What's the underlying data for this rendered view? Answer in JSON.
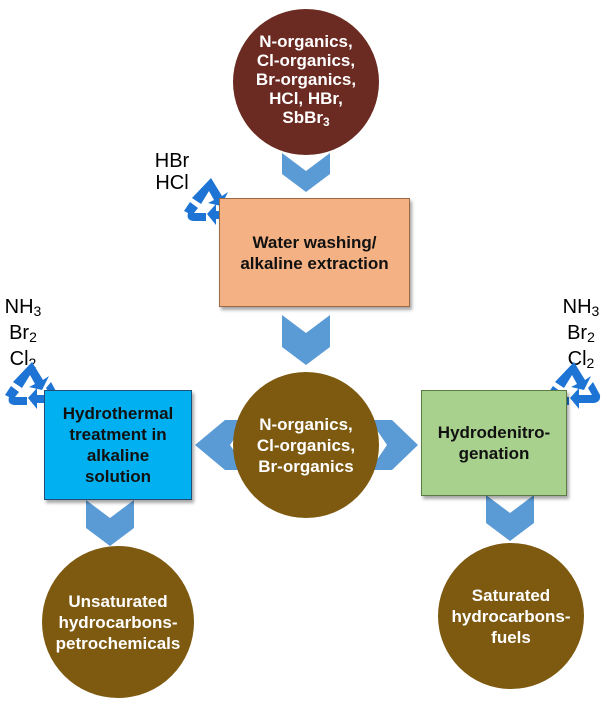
{
  "top_circle": {
    "lines": [
      "N-organics,",
      "Cl-organics,",
      "Br-organics,",
      "HCl, HBr,"
    ],
    "last_base": "SbBr",
    "last_sub": "3"
  },
  "wash_box": {
    "lines": [
      "Water washing/",
      "alkaline extraction"
    ]
  },
  "wash_recovered": [
    "HBr",
    "HCl"
  ],
  "center_circle": {
    "lines": [
      "N-organics,",
      "Cl-organics,",
      "Br-organics"
    ]
  },
  "left_box": {
    "lines": [
      "Hydrothermal",
      "treatment in",
      "alkaline",
      "solution"
    ]
  },
  "right_box": {
    "lines": [
      "Hydrodenitro-",
      "genation"
    ]
  },
  "left_recovered": [
    {
      "base": "NH",
      "sub": "3"
    },
    {
      "base": "Br",
      "sub": "2"
    },
    {
      "base": "Cl",
      "sub": "2"
    }
  ],
  "right_recovered": [
    {
      "base": "NH",
      "sub": "3"
    },
    {
      "base": "Br",
      "sub": "2"
    },
    {
      "base": "Cl",
      "sub": "2"
    }
  ],
  "left_product": {
    "lines": [
      "Unsaturated",
      "hydrocarbons-",
      "petrochemicals"
    ]
  },
  "right_product": {
    "lines": [
      "Saturated",
      "hydrocarbons-",
      "fuels"
    ]
  },
  "colors": {
    "arrow": "#5b9bd5",
    "recycle": "#1d74d4",
    "dark_circle": "#6b2a22",
    "olive_circle": "#7d5a10",
    "wash_box": "#f4b183",
    "left_box": "#00b0f0",
    "right_box": "#a9d18e"
  }
}
